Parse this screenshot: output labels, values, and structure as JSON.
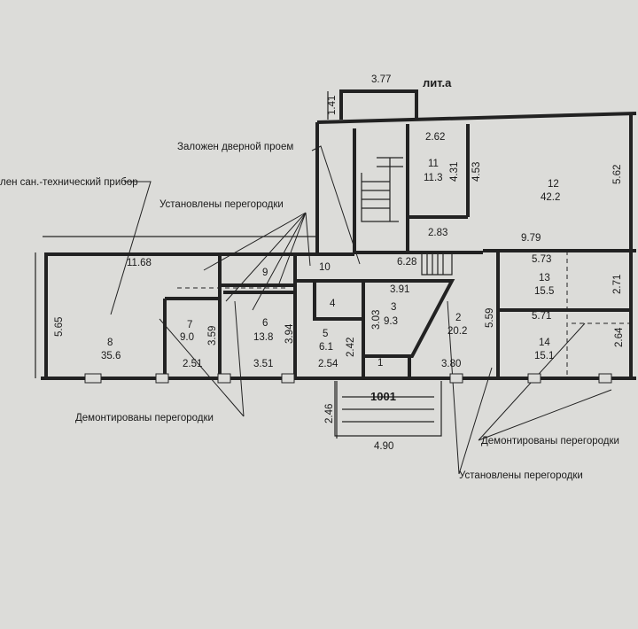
{
  "title": "лит.а",
  "entrance_number": "1001",
  "notes": {
    "sanitary_fixture": "лен сан.-технический прибор",
    "door_blocked": "Заложен дверной проем",
    "partitions_installed_top": "Установлены перегородки",
    "partitions_removed_left": "Демонтированы перегородки",
    "partitions_removed_right": "Демонтированы перегородки",
    "partitions_installed_bottom": "Установлены перегородки"
  },
  "rooms": {
    "r1": {
      "num": "1",
      "area": ""
    },
    "r2": {
      "num": "2",
      "area": "20.2"
    },
    "r3": {
      "num": "3",
      "area": "9.3"
    },
    "r4": {
      "num": "4",
      "area": ""
    },
    "r5": {
      "num": "5",
      "area": "6.1"
    },
    "r6": {
      "num": "6",
      "area": "13.8"
    },
    "r7": {
      "num": "7",
      "area": "9.0"
    },
    "r8": {
      "num": "8",
      "area": "35.6"
    },
    "r9": {
      "num": "9",
      "area": ""
    },
    "r10": {
      "num": "10",
      "area": ""
    },
    "r11": {
      "num": "11",
      "area": "11.3"
    },
    "r12": {
      "num": "12",
      "area": "42.2"
    },
    "r13": {
      "num": "13",
      "area": "15.5"
    },
    "r14": {
      "num": "14",
      "area": "15.1"
    }
  },
  "dims": {
    "d_3_77": "3.77",
    "d_1_41": "1.41",
    "d_2_62": "2.62",
    "d_4_31": "4.31",
    "d_4_53": "4.53",
    "d_5_62": "5.62",
    "d_2_83": "2.83",
    "d_9_79": "9.79",
    "d_11_68": "11.68",
    "d_6_28": "6.28",
    "d_5_73": "5.73",
    "d_2_71": "2.71",
    "d_3_91": "3.91",
    "d_3_03": "3.03",
    "d_5_59": "5.59",
    "d_5_71": "5.71",
    "d_2_64": "2.64",
    "d_5_65": "5.65",
    "d_3_59": "3.59",
    "d_3_94": "3.94",
    "d_2_42": "2.42",
    "d_2_51": "2.51",
    "d_3_51": "3.51",
    "d_2_54": "2.54",
    "d_3_80": "3.80",
    "d_2_46": "2.46",
    "d_4_90": "4.90"
  }
}
